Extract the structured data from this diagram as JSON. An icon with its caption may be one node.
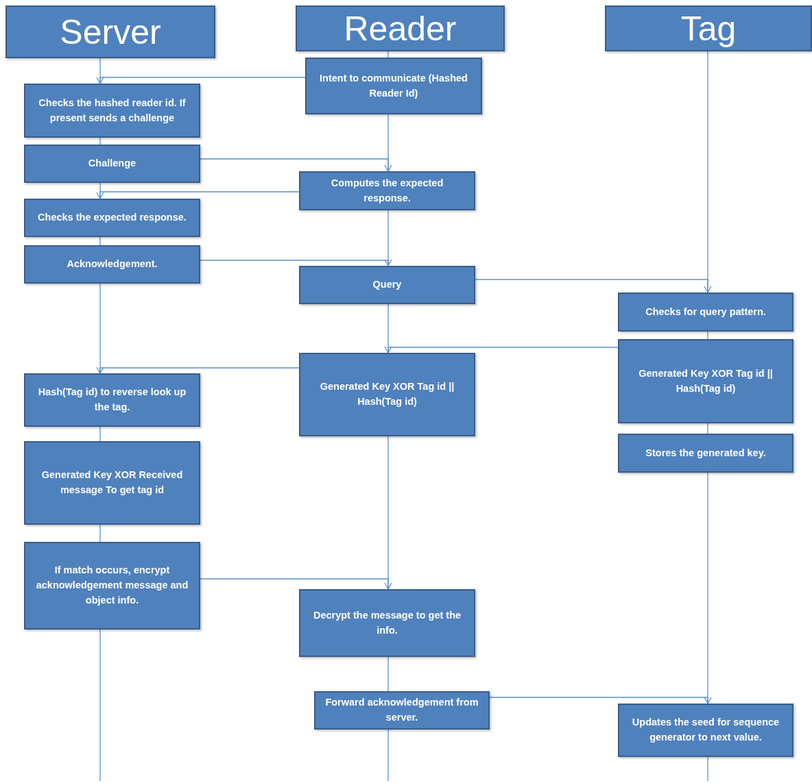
{
  "diagram": {
    "nodes": [
      {
        "text": [
          "Server"
        ]
      },
      {
        "text": [
          "Reader"
        ]
      },
      {
        "text": [
          "Tag"
        ]
      },
      {
        "text": [
          "Intent to communicate (Hashed Reader Id)"
        ]
      },
      {
        "text": [
          "Checks the hashed reader id. If present sends a challenge"
        ]
      },
      {
        "text": [
          "Challenge"
        ]
      },
      {
        "text": [
          "Computes the expected response."
        ]
      },
      {
        "text": [
          "Checks the expected response."
        ]
      },
      {
        "text": [
          "Acknowledgement."
        ]
      },
      {
        "text": [
          "Query"
        ]
      },
      {
        "text": [
          "Checks for query pattern."
        ]
      },
      {
        "text": [
          "Generated Key XOR Tag id || Hash(Tag id)"
        ]
      },
      {
        "text": [
          "Generated Key XOR Tag id || Hash(Tag id)"
        ]
      },
      {
        "text": [
          "Hash(Tag id) to reverse look up the tag."
        ]
      },
      {
        "text": [
          "Generated Key XOR Received message To get tag id"
        ]
      },
      {
        "text": [
          "If match occurs, encrypt acknowledgement message and object info."
        ]
      },
      {
        "text": [
          "Decrypt the message to get the info."
        ]
      },
      {
        "text": [
          "Forward acknowledgement from server."
        ]
      },
      {
        "text": [
          "Updates the seed for sequence generator to next value."
        ]
      },
      {
        "text": [
          "Stores the generated key."
        ]
      }
    ],
    "edges": [
      {
        "from": 0,
        "to": 4,
        "arrow": "none"
      },
      {
        "from": 4,
        "to": 5,
        "arrow": "none"
      },
      {
        "from": 5,
        "to": 7,
        "arrow": "none"
      },
      {
        "from": 7,
        "to": 8,
        "arrow": "none"
      },
      {
        "from": 8,
        "to": 13,
        "arrow": "none"
      },
      {
        "from": 13,
        "to": 14,
        "arrow": "none"
      },
      {
        "from": 14,
        "to": 15,
        "arrow": "none"
      },
      {
        "from": 15,
        "to": null,
        "arrow": "none"
      },
      {
        "from": 1,
        "to": 3,
        "arrow": "none"
      },
      {
        "from": 3,
        "to": 6,
        "arrow": "none"
      },
      {
        "from": 6,
        "to": 9,
        "arrow": "none"
      },
      {
        "from": 9,
        "to": 12,
        "arrow": "none"
      },
      {
        "from": 12,
        "to": 16,
        "arrow": "none"
      },
      {
        "from": 16,
        "to": 17,
        "arrow": "none"
      },
      {
        "from": 17,
        "to": null,
        "arrow": "none"
      },
      {
        "from": 2,
        "to": 10,
        "arrow": "none"
      },
      {
        "from": 10,
        "to": 11,
        "arrow": "none"
      },
      {
        "from": 11,
        "to": 19,
        "arrow": "none"
      },
      {
        "from": 19,
        "to": 18,
        "arrow": "none"
      },
      {
        "from": 18,
        "to": null,
        "arrow": "none"
      },
      {
        "from": 3,
        "to": 4,
        "arrow": "to"
      },
      {
        "from": 5,
        "to": 6,
        "arrow": "to"
      },
      {
        "from": 6,
        "to": 7,
        "arrow": "to"
      },
      {
        "from": 8,
        "to": 9,
        "arrow": "to"
      },
      {
        "from": 9,
        "to": 10,
        "arrow": "to"
      },
      {
        "from": 11,
        "to": 12,
        "arrow": "to"
      },
      {
        "from": 12,
        "to": 13,
        "arrow": "to"
      },
      {
        "from": 15,
        "to": 16,
        "arrow": "to"
      },
      {
        "from": 17,
        "to": 18,
        "arrow": "to"
      }
    ]
  }
}
